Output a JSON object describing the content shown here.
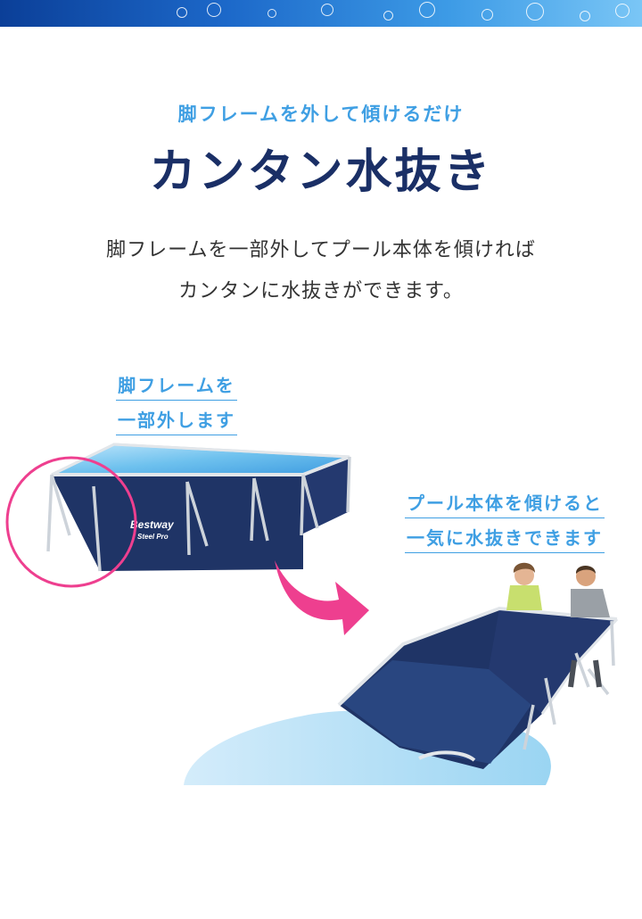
{
  "header": {
    "eyebrow": "脚フレームを外して傾けるだけ",
    "title": "カンタン水抜き"
  },
  "description": {
    "line1": "脚フレームを一部外してプール本体を傾ければ",
    "line2": "カンタンに水抜きができます。"
  },
  "left_callout": {
    "line1": "脚フレームを",
    "line2": "一部外します"
  },
  "right_callout": {
    "line1": "プール本体を傾けると",
    "line2": "一気に水抜きできます"
  },
  "pool_logo": {
    "brand": "Bestway",
    "model": "Steel Pro"
  },
  "colors": {
    "accent_blue": "#3f9fe3",
    "title_navy": "#1a2f66",
    "highlight_pink": "#ee3f8f",
    "pool_navy": "#1f3466",
    "water": "#8fd0f1"
  }
}
